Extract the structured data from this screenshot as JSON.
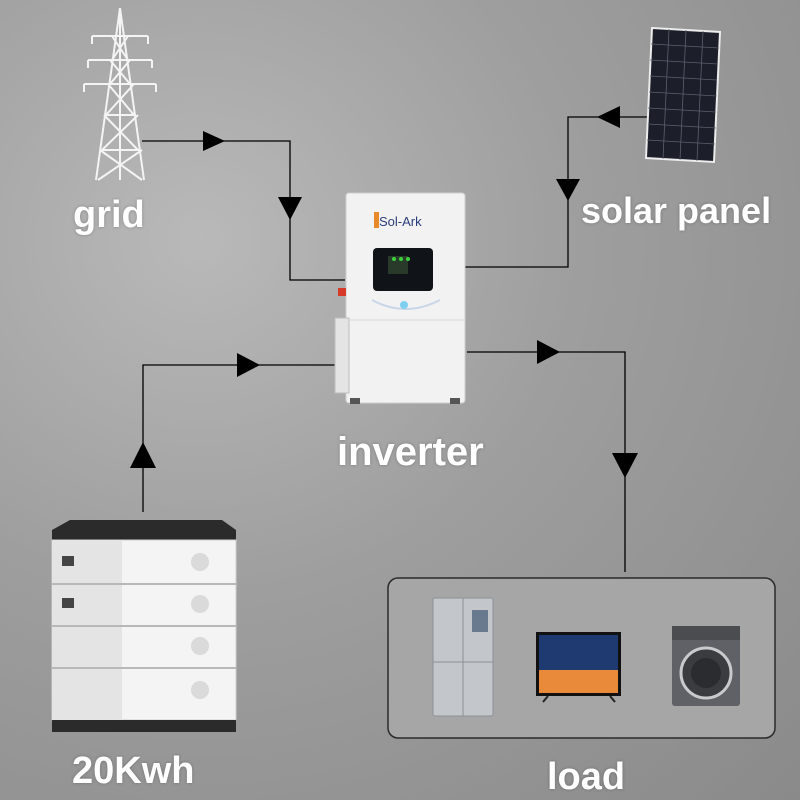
{
  "labels": {
    "grid": "grid",
    "solar_panel": "solar panel",
    "inverter": "inverter",
    "battery": "20Kwh",
    "load": "load"
  },
  "inverter": {
    "brand": "Sol-Ark"
  },
  "colors": {
    "background": "#9e9e9e",
    "label_text": "#ffffff",
    "connector": "#000000",
    "accent_orange": "#e8892a",
    "screen_green": "#3ad13a",
    "load_box_border": "#2a2a2a"
  },
  "icons": [
    "transmission-tower-icon",
    "solar-panel-icon",
    "inverter-icon",
    "battery-stack-icon",
    "refrigerator-icon",
    "television-icon",
    "washing-machine-icon"
  ]
}
